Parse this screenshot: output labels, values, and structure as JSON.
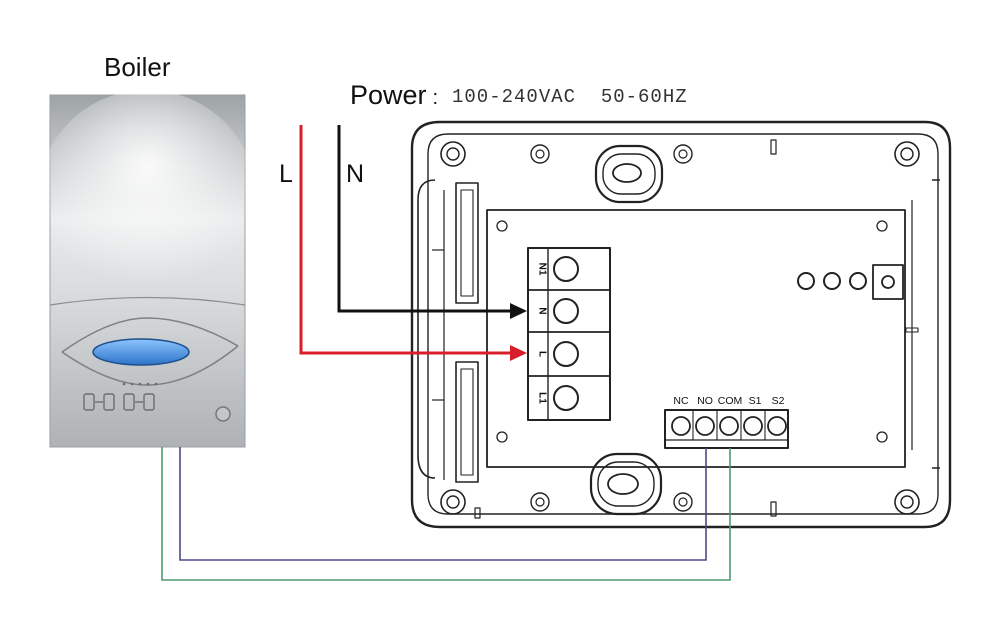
{
  "boiler": {
    "title": "Boiler"
  },
  "power": {
    "label": "Power",
    "separator": ":",
    "value": "100-240VAC  50-60HZ"
  },
  "wires": {
    "live": "L",
    "neutral": "N"
  },
  "power_terminals": [
    {
      "label": "N1"
    },
    {
      "label": "N"
    },
    {
      "label": "L"
    },
    {
      "label": "L1"
    }
  ],
  "relay_terminals": [
    {
      "label": "NC"
    },
    {
      "label": "NO"
    },
    {
      "label": "COM"
    },
    {
      "label": "S1"
    },
    {
      "label": "S2"
    }
  ],
  "colors": {
    "live_wire": "#d81e2a",
    "neutral_wire": "#111111",
    "boiler_wire_blue": "#4a4a8c",
    "boiler_wire_green": "#4e9a6e",
    "boiler_display": "#3d8fe0",
    "outline": "#222222"
  }
}
